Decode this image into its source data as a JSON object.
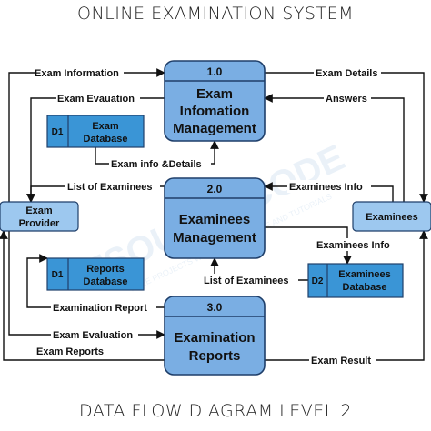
{
  "title": "ONLINE EXAMINATION SYSTEM",
  "subtitle": "DATA FLOW DIAGRAM LEVEL 2",
  "watermark": "ITSOURCECODE",
  "watermark_sub": "FREE PROJECTS WITH SOURCE CODE AND TUTORIALS",
  "colors": {
    "process_fill": "#7aaee3",
    "process_stroke": "#1f3f6a",
    "store_fill": "#3a95d6",
    "entity_fill": "#9dc8ef",
    "line": "#111111"
  },
  "processes": [
    {
      "id": "1.0",
      "lines": [
        "Exam",
        "Infomation",
        "Management"
      ]
    },
    {
      "id": "2.0",
      "lines": [
        "Examinees",
        "Management"
      ]
    },
    {
      "id": "3.0",
      "lines": [
        "Examination",
        "Reports"
      ]
    }
  ],
  "stores": [
    {
      "code": "D1",
      "lines": [
        "Exam",
        "Database"
      ]
    },
    {
      "code": "D1",
      "lines": [
        "Reports",
        "Database"
      ]
    },
    {
      "code": "D2",
      "lines": [
        "Examinees",
        "Database"
      ]
    }
  ],
  "entities": [
    {
      "lines": [
        "Exam",
        "Provider"
      ]
    },
    {
      "lines": [
        "Examinees"
      ]
    }
  ],
  "flows": [
    "Exam Information",
    "Exam Details",
    "Exam Evauation",
    "Answers",
    "Exam info &Details",
    "List of Examinees",
    "Examinees Info",
    "Examinees Info",
    "List of Examinees",
    "Examination Report",
    "Exam Evaluation",
    "Exam Reports",
    "Exam Result"
  ]
}
